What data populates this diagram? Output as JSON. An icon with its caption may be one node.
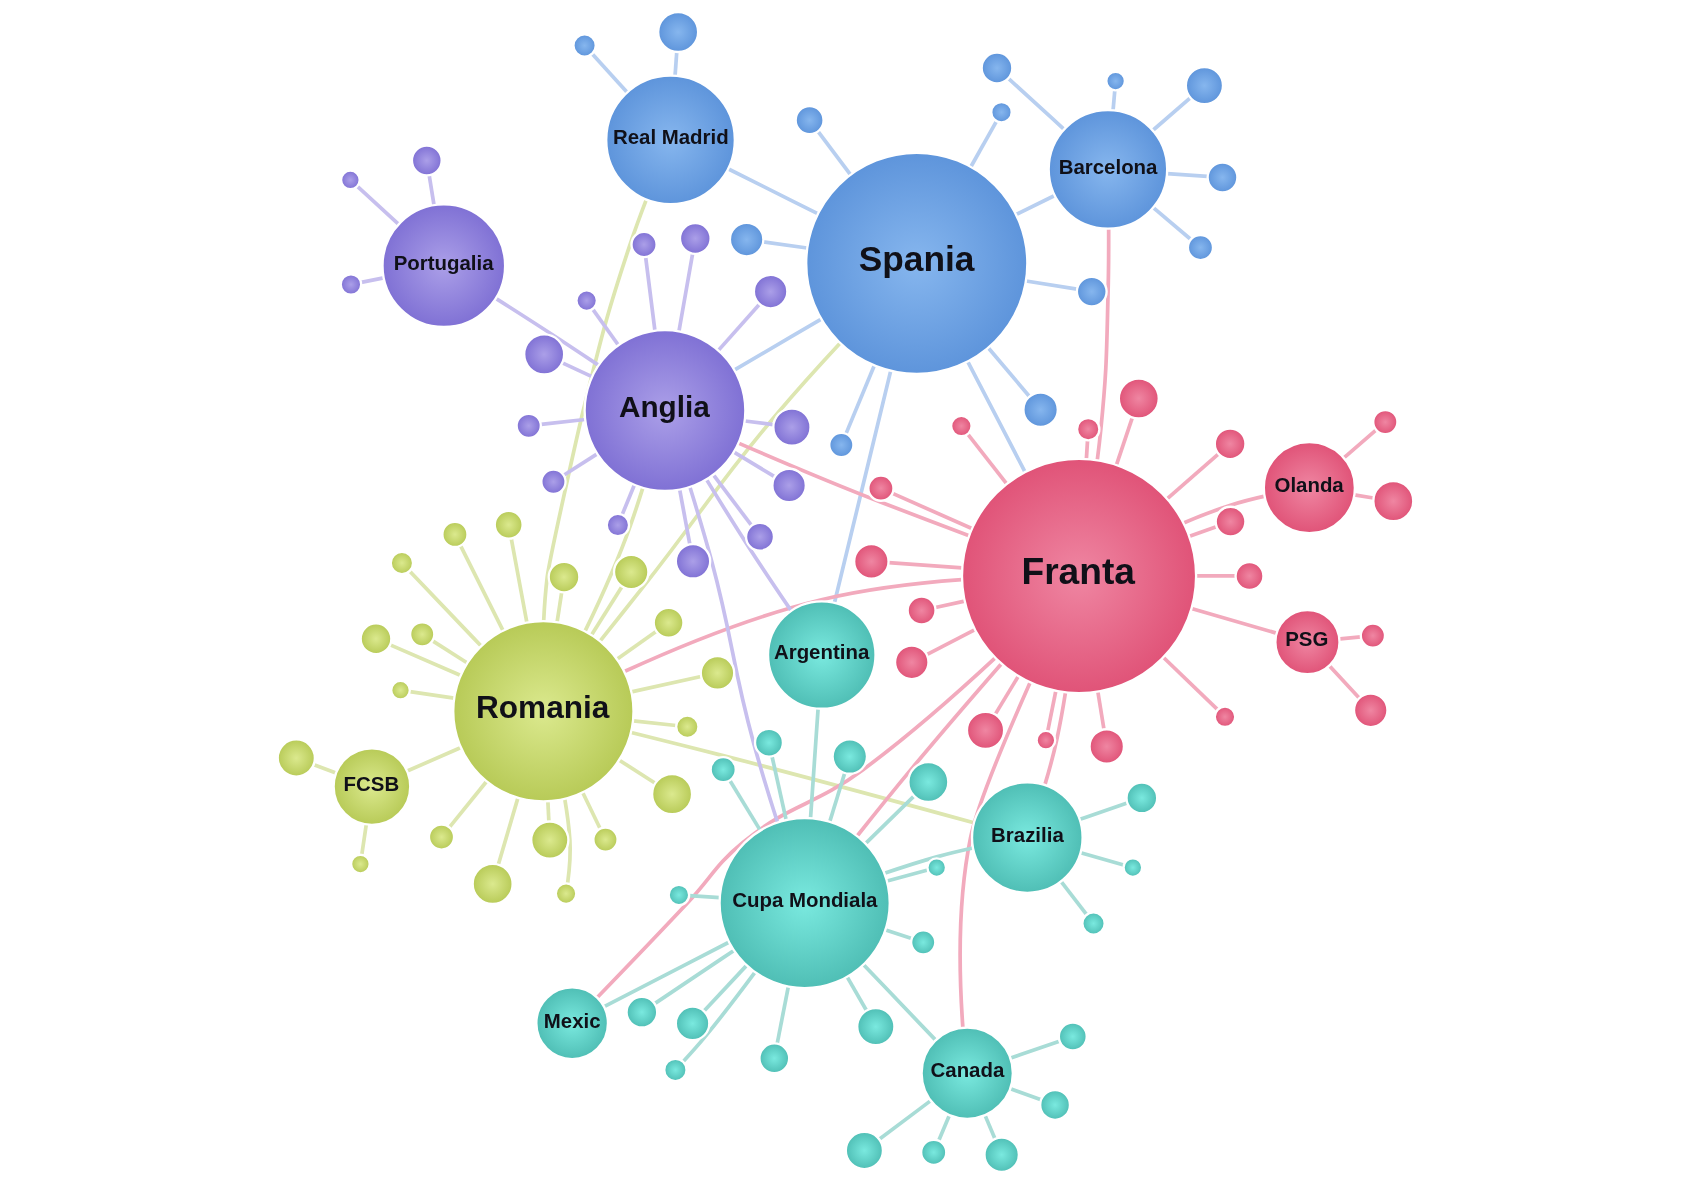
{
  "diagram": {
    "nodes": [
      {
        "text": [
          "Romania"
        ]
      },
      {
        "text": [
          "FCSB"
        ]
      },
      {
        "text": [
          "Spania"
        ]
      },
      {
        "text": [
          "Real Madrid"
        ]
      },
      {
        "text": [
          "Barcelona"
        ]
      },
      {
        "text": [
          "Franta"
        ]
      },
      {
        "text": [
          "PSG"
        ]
      },
      {
        "text": [
          "Olanda"
        ]
      },
      {
        "text": [
          "Brazilia"
        ]
      },
      {
        "text": [
          "Argentina"
        ]
      },
      {
        "text": [
          "Cupa Mondiala"
        ]
      },
      {
        "text": [
          "Mexic"
        ]
      },
      {
        "text": [
          "Canada"
        ]
      },
      {
        "text": [
          "Anglia"
        ]
      },
      {
        "text": [
          "Portugalia"
        ]
      },
      {
        "text": [],
        "shape": "circle"
      },
      {
        "text": [],
        "shape": "circle"
      },
      {
        "text": [],
        "shape": "circle"
      },
      {
        "text": [],
        "shape": "circle"
      },
      {
        "text": [],
        "shape": "circle"
      },
      {
        "text": [],
        "shape": "circle"
      },
      {
        "text": [],
        "shape": "circle"
      },
      {
        "text": [],
        "shape": "circle"
      },
      {
        "text": [],
        "shape": "circle"
      },
      {
        "text": [],
        "shape": "circle"
      },
      {
        "text": [],
        "shape": "circle"
      },
      {
        "text": [],
        "shape": "circle"
      },
      {
        "text": [],
        "shape": "circle"
      },
      {
        "text": [],
        "shape": "circle"
      },
      {
        "text": [],
        "shape": "circle"
      },
      {
        "text": [],
        "shape": "circle"
      },
      {
        "text": [],
        "shape": "circle"
      },
      {
        "text": [],
        "shape": "circle"
      },
      {
        "text": [],
        "shape": "circle"
      },
      {
        "text": [],
        "shape": "circle"
      },
      {
        "text": [],
        "shape": "circle"
      },
      {
        "text": [],
        "shape": "circle"
      },
      {
        "text": [],
        "shape": "circle"
      },
      {
        "text": [],
        "shape": "circle"
      },
      {
        "text": [],
        "shape": "circle"
      },
      {
        "text": [],
        "shape": "circle"
      },
      {
        "text": [],
        "shape": "circle"
      },
      {
        "text": [],
        "shape": "circle"
      },
      {
        "text": [],
        "shape": "circle"
      },
      {
        "text": [],
        "shape": "circle"
      },
      {
        "text": [],
        "shape": "circle"
      },
      {
        "text": [],
        "shape": "circle"
      },
      {
        "text": [],
        "shape": "circle"
      },
      {
        "text": [],
        "shape": "circle"
      },
      {
        "text": [],
        "shape": "circle"
      },
      {
        "text": [],
        "shape": "circle"
      },
      {
        "text": [],
        "shape": "circle"
      },
      {
        "text": [],
        "shape": "circle"
      },
      {
        "text": [],
        "shape": "circle"
      },
      {
        "text": [],
        "shape": "circle"
      },
      {
        "text": [],
        "shape": "circle"
      },
      {
        "text": [],
        "shape": "circle"
      },
      {
        "text": [],
        "shape": "circle"
      },
      {
        "text": [],
        "shape": "circle"
      },
      {
        "text": [],
        "shape": "circle"
      },
      {
        "text": [],
        "shape": "circle"
      },
      {
        "text": [],
        "shape": "circle"
      },
      {
        "text": [],
        "shape": "circle"
      },
      {
        "text": [],
        "shape": "circle"
      },
      {
        "text": [],
        "shape": "circle"
      },
      {
        "text": [],
        "shape": "circle"
      },
      {
        "text": [],
        "shape": "circle"
      },
      {
        "text": [],
        "shape": "circle"
      },
      {
        "text": [],
        "shape": "circle"
      },
      {
        "text": [],
        "shape": "circle"
      },
      {
        "text": [],
        "shape": "circle"
      },
      {
        "text": [],
        "shape": "circle"
      },
      {
        "text": [],
        "shape": "circle"
      },
      {
        "text": [],
        "shape": "circle"
      },
      {
        "text": [],
        "shape": "circle"
      },
      {
        "text": [],
        "shape": "circle"
      },
      {
        "text": [],
        "shape": "circle"
      },
      {
        "text": [],
        "shape": "circle"
      },
      {
        "text": [],
        "shape": "circle"
      },
      {
        "text": [],
        "shape": "circle"
      },
      {
        "text": [],
        "shape": "circle"
      },
      {
        "text": [],
        "shape": "circle"
      },
      {
        "text": [],
        "shape": "circle"
      },
      {
        "text": [],
        "shape": "circle"
      },
      {
        "text": [],
        "shape": "circle"
      },
      {
        "text": [],
        "shape": "circle"
      },
      {
        "text": [],
        "shape": "circle"
      },
      {
        "text": [],
        "shape": "circle"
      },
      {
        "text": [],
        "shape": "circle"
      },
      {
        "text": [],
        "shape": "circle"
      },
      {
        "text": [],
        "shape": "circle"
      },
      {
        "text": [],
        "shape": "circle"
      },
      {
        "text": [],
        "shape": "circle"
      },
      {
        "text": [],
        "shape": "circle"
      },
      {
        "text": [],
        "shape": "circle"
      },
      {
        "text": [],
        "shape": "circle"
      },
      {
        "text": [],
        "shape": "circle"
      },
      {
        "text": [],
        "shape": "circle"
      },
      {
        "text": [],
        "shape": "circle"
      },
      {
        "text": [],
        "shape": "circle"
      }
    ],
    "edges": [
      {
        "from": 0,
        "to": 1,
        "arrow": "none",
        "color": "#dde6b0"
      },
      {
        "from": 0,
        "to": 2,
        "arrow": "none",
        "color": "#dde6b0"
      },
      {
        "from": 0,
        "to": 3,
        "arrow": "none",
        "color": "#dde6b0"
      },
      {
        "from": 0,
        "to": 8,
        "arrow": "none",
        "color": "#dde6b0"
      },
      {
        "from": 0,
        "to": 13,
        "arrow": "none",
        "color": "#dde6b0"
      },
      {
        "from": 2,
        "to": 3,
        "arrow": "none",
        "color": "#b8cff0"
      },
      {
        "from": 2,
        "to": 4,
        "arrow": "none",
        "color": "#b8cff0"
      },
      {
        "from": 2,
        "to": 5,
        "arrow": "none",
        "color": "#b8cff0"
      },
      {
        "from": 2,
        "to": 9,
        "arrow": "none",
        "color": "#b8cff0"
      },
      {
        "from": 2,
        "to": 13,
        "arrow": "none",
        "color": "#b8cff0"
      },
      {
        "from": 5,
        "to": 0,
        "arrow": "none",
        "color": "#f2aabd"
      },
      {
        "from": 5,
        "to": 6,
        "arrow": "none",
        "color": "#f2aabd"
      },
      {
        "from": 5,
        "to": 7,
        "arrow": "none",
        "color": "#f2aabd"
      },
      {
        "from": 5,
        "to": 4,
        "arrow": "none",
        "color": "#f2aabd"
      },
      {
        "from": 5,
        "to": 8,
        "arrow": "none",
        "color": "#f2aabd"
      },
      {
        "from": 5,
        "to": 10,
        "arrow": "none",
        "color": "#f2aabd"
      },
      {
        "from": 5,
        "to": 11,
        "arrow": "none",
        "color": "#f2aabd"
      },
      {
        "from": 5,
        "to": 12,
        "arrow": "none",
        "color": "#f2aabd"
      },
      {
        "from": 5,
        "to": 13,
        "arrow": "none",
        "color": "#f2aabd"
      },
      {
        "from": 10,
        "to": 8,
        "arrow": "none",
        "color": "#a8dcd6"
      },
      {
        "from": 10,
        "to": 9,
        "arrow": "none",
        "color": "#a8dcd6"
      },
      {
        "from": 10,
        "to": 11,
        "arrow": "none",
        "color": "#a8dcd6"
      },
      {
        "from": 10,
        "to": 12,
        "arrow": "none",
        "color": "#a8dcd6"
      },
      {
        "from": 13,
        "to": 14,
        "arrow": "none",
        "color": "#c7bfee"
      },
      {
        "from": 13,
        "to": 10,
        "arrow": "none",
        "color": "#c7bfee"
      },
      {
        "from": 13,
        "to": 9,
        "arrow": "none",
        "color": "#c7bfee"
      },
      {
        "from": 0,
        "to": 15,
        "arrow": "none",
        "color": "#dde6b0"
      },
      {
        "from": 0,
        "to": 16,
        "arrow": "none",
        "color": "#dde6b0"
      },
      {
        "from": 0,
        "to": 17,
        "arrow": "none",
        "color": "#dde6b0"
      },
      {
        "from": 0,
        "to": 18,
        "arrow": "none",
        "color": "#dde6b0"
      },
      {
        "from": 0,
        "to": 19,
        "arrow": "none",
        "color": "#dde6b0"
      },
      {
        "from": 0,
        "to": 20,
        "arrow": "none",
        "color": "#dde6b0"
      },
      {
        "from": 0,
        "to": 21,
        "arrow": "none",
        "color": "#dde6b0"
      },
      {
        "from": 0,
        "to": 22,
        "arrow": "none",
        "color": "#dde6b0"
      },
      {
        "from": 0,
        "to": 23,
        "arrow": "none",
        "color": "#dde6b0"
      },
      {
        "from": 0,
        "to": 24,
        "arrow": "none",
        "color": "#dde6b0"
      },
      {
        "from": 0,
        "to": 25,
        "arrow": "none",
        "color": "#dde6b0"
      },
      {
        "from": 0,
        "to": 26,
        "arrow": "none",
        "color": "#dde6b0"
      },
      {
        "from": 0,
        "to": 27,
        "arrow": "none",
        "color": "#dde6b0"
      },
      {
        "from": 0,
        "to": 28,
        "arrow": "none",
        "color": "#dde6b0"
      },
      {
        "from": 0,
        "to": 29,
        "arrow": "none",
        "color": "#dde6b0"
      },
      {
        "from": 0,
        "to": 30,
        "arrow": "none",
        "color": "#dde6b0"
      },
      {
        "from": 1,
        "to": 31,
        "arrow": "none",
        "color": "#dde6b0"
      },
      {
        "from": 1,
        "to": 32,
        "arrow": "none",
        "color": "#dde6b0"
      },
      {
        "from": 0,
        "to": 33,
        "arrow": "none",
        "color": "#dde6b0"
      },
      {
        "from": 2,
        "to": 34,
        "arrow": "none",
        "color": "#b8cff0"
      },
      {
        "from": 2,
        "to": 35,
        "arrow": "none",
        "color": "#b8cff0"
      },
      {
        "from": 2,
        "to": 36,
        "arrow": "none",
        "color": "#b8cff0"
      },
      {
        "from": 2,
        "to": 37,
        "arrow": "none",
        "color": "#b8cff0"
      },
      {
        "from": 2,
        "to": 38,
        "arrow": "none",
        "color": "#b8cff0"
      },
      {
        "from": 2,
        "to": 39,
        "arrow": "none",
        "color": "#b8cff0"
      },
      {
        "from": 3,
        "to": 40,
        "arrow": "none",
        "color": "#b8cff0"
      },
      {
        "from": 3,
        "to": 41,
        "arrow": "none",
        "color": "#b8cff0"
      },
      {
        "from": 4,
        "to": 42,
        "arrow": "none",
        "color": "#b8cff0"
      },
      {
        "from": 4,
        "to": 43,
        "arrow": "none",
        "color": "#b8cff0"
      },
      {
        "from": 4,
        "to": 44,
        "arrow": "none",
        "color": "#b8cff0"
      },
      {
        "from": 4,
        "to": 45,
        "arrow": "none",
        "color": "#b8cff0"
      },
      {
        "from": 4,
        "to": 46,
        "arrow": "none",
        "color": "#b8cff0"
      },
      {
        "from": 5,
        "to": 47,
        "arrow": "none",
        "color": "#f2aabd"
      },
      {
        "from": 5,
        "to": 48,
        "arrow": "none",
        "color": "#f2aabd"
      },
      {
        "from": 5,
        "to": 49,
        "arrow": "none",
        "color": "#f2aabd"
      },
      {
        "from": 6,
        "to": 50,
        "arrow": "none",
        "color": "#f2aabd"
      },
      {
        "from": 6,
        "to": 51,
        "arrow": "none",
        "color": "#f2aabd"
      },
      {
        "from": 5,
        "to": 52,
        "arrow": "none",
        "color": "#f2aabd"
      },
      {
        "from": 5,
        "to": 53,
        "arrow": "none",
        "color": "#f2aabd"
      },
      {
        "from": 5,
        "to": 54,
        "arrow": "none",
        "color": "#f2aabd"
      },
      {
        "from": 5,
        "to": 55,
        "arrow": "none",
        "color": "#f2aabd"
      },
      {
        "from": 5,
        "to": 56,
        "arrow": "none",
        "color": "#f2aabd"
      },
      {
        "from": 5,
        "to": 57,
        "arrow": "none",
        "color": "#f2aabd"
      },
      {
        "from": 5,
        "to": 58,
        "arrow": "none",
        "color": "#f2aabd"
      },
      {
        "from": 5,
        "to": 59,
        "arrow": "none",
        "color": "#f2aabd"
      },
      {
        "from": 5,
        "to": 60,
        "arrow": "none",
        "color": "#f2aabd"
      },
      {
        "from": 5,
        "to": 61,
        "arrow": "none",
        "color": "#f2aabd"
      },
      {
        "from": 5,
        "to": 62,
        "arrow": "none",
        "color": "#f2aabd"
      },
      {
        "from": 7,
        "to": 63,
        "arrow": "none",
        "color": "#f2aabd"
      },
      {
        "from": 7,
        "to": 64,
        "arrow": "none",
        "color": "#f2aabd"
      },
      {
        "from": 8,
        "to": 65,
        "arrow": "none",
        "color": "#a8dcd6"
      },
      {
        "from": 8,
        "to": 66,
        "arrow": "none",
        "color": "#a8dcd6"
      },
      {
        "from": 8,
        "to": 67,
        "arrow": "none",
        "color": "#a8dcd6"
      },
      {
        "from": 10,
        "to": 68,
        "arrow": "none",
        "color": "#a8dcd6"
      },
      {
        "from": 10,
        "to": 69,
        "arrow": "none",
        "color": "#a8dcd6"
      },
      {
        "from": 10,
        "to": 70,
        "arrow": "none",
        "color": "#a8dcd6"
      },
      {
        "from": 10,
        "to": 71,
        "arrow": "none",
        "color": "#a8dcd6"
      },
      {
        "from": 10,
        "to": 72,
        "arrow": "none",
        "color": "#a8dcd6"
      },
      {
        "from": 10,
        "to": 73,
        "arrow": "none",
        "color": "#a8dcd6"
      },
      {
        "from": 10,
        "to": 74,
        "arrow": "none",
        "color": "#a8dcd6"
      },
      {
        "from": 10,
        "to": 75,
        "arrow": "none",
        "color": "#a8dcd6"
      },
      {
        "from": 10,
        "to": 76,
        "arrow": "none",
        "color": "#a8dcd6"
      },
      {
        "from": 10,
        "to": 77,
        "arrow": "none",
        "color": "#a8dcd6"
      },
      {
        "from": 10,
        "to": 78,
        "arrow": "none",
        "color": "#a8dcd6"
      },
      {
        "from": 10,
        "to": 79,
        "arrow": "none",
        "color": "#a8dcd6"
      },
      {
        "from": 12,
        "to": 80,
        "arrow": "none",
        "color": "#a8dcd6"
      },
      {
        "from": 12,
        "to": 81,
        "arrow": "none",
        "color": "#a8dcd6"
      },
      {
        "from": 12,
        "to": 82,
        "arrow": "none",
        "color": "#a8dcd6"
      },
      {
        "from": 12,
        "to": 83,
        "arrow": "none",
        "color": "#a8dcd6"
      },
      {
        "from": 12,
        "to": 84,
        "arrow": "none",
        "color": "#a8dcd6"
      },
      {
        "from": 13,
        "to": 85,
        "arrow": "none",
        "color": "#c7bfee"
      },
      {
        "from": 13,
        "to": 86,
        "arrow": "none",
        "color": "#c7bfee"
      },
      {
        "from": 13,
        "to": 87,
        "arrow": "none",
        "color": "#c7bfee"
      },
      {
        "from": 13,
        "to": 88,
        "arrow": "none",
        "color": "#c7bfee"
      },
      {
        "from": 13,
        "to": 89,
        "arrow": "none",
        "color": "#c7bfee"
      },
      {
        "from": 13,
        "to": 90,
        "arrow": "none",
        "color": "#c7bfee"
      },
      {
        "from": 14,
        "to": 91,
        "arrow": "none",
        "color": "#c7bfee"
      },
      {
        "from": 13,
        "to": 92,
        "arrow": "none",
        "color": "#c7bfee"
      },
      {
        "from": 13,
        "to": 93,
        "arrow": "none",
        "color": "#c7bfee"
      },
      {
        "from": 14,
        "to": 94,
        "arrow": "none",
        "color": "#c7bfee"
      },
      {
        "from": 13,
        "to": 95,
        "arrow": "none",
        "color": "#c7bfee"
      },
      {
        "from": 13,
        "to": 96,
        "arrow": "none",
        "color": "#c7bfee"
      },
      {
        "from": 14,
        "to": 97,
        "arrow": "none",
        "color": "#c7bfee"
      },
      {
        "from": 13,
        "to": 98,
        "arrow": "none",
        "color": "#c7bfee"
      },
      {
        "from": 13,
        "to": 99,
        "arrow": "none",
        "color": "#c7bfee"
      }
    ]
  }
}
